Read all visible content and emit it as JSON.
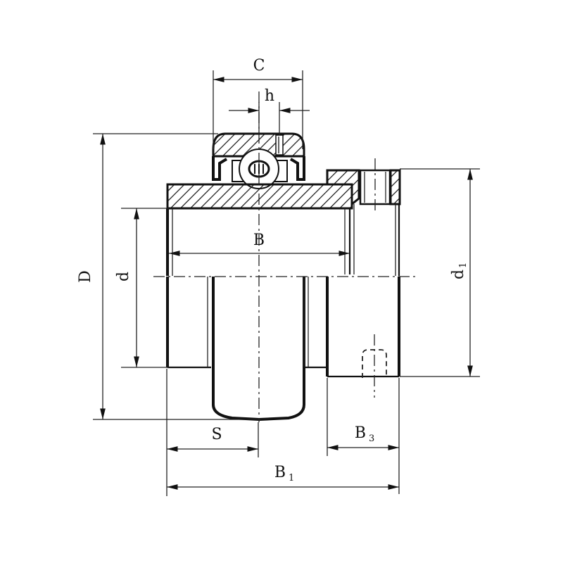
{
  "drawing": {
    "subject": "Insert ball bearing with set screw locking (cross-section)",
    "background": "#ffffff",
    "line_color": "#111111",
    "dimensions": {
      "C": {
        "label": "C",
        "subscript": ""
      },
      "h": {
        "label": "h",
        "subscript": ""
      },
      "B": {
        "label": "B",
        "subscript": ""
      },
      "D": {
        "label": "D",
        "subscript": ""
      },
      "d": {
        "label": "d",
        "subscript": ""
      },
      "d1": {
        "label": "d",
        "subscript": "1"
      },
      "S": {
        "label": "S",
        "subscript": ""
      },
      "B3": {
        "label": "B",
        "subscript": "3"
      },
      "B1": {
        "label": "B",
        "subscript": "1"
      }
    }
  }
}
